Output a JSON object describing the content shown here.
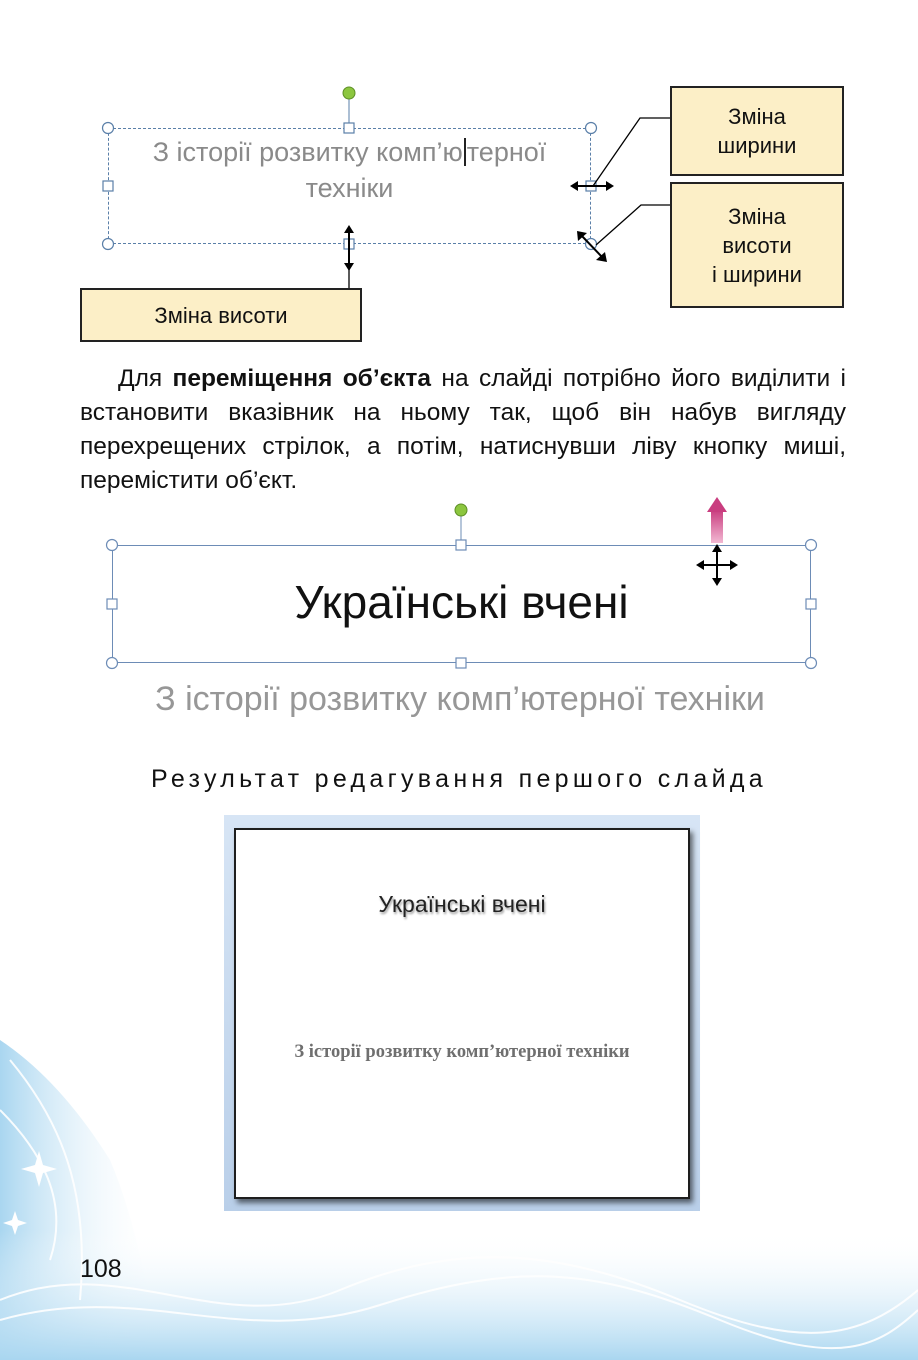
{
  "figure1": {
    "placeholder_text_line1_before": "З історії розвитку комп’ю",
    "placeholder_text_line1_after": "терної",
    "placeholder_text_line2": "техніки",
    "callout_width": [
      "Зміна",
      "ширини"
    ],
    "callout_height_width": [
      "Зміна",
      "висоти",
      "і ширини"
    ],
    "callout_height": "Зміна висоти"
  },
  "paragraph": {
    "lead": "Для ",
    "bold": "переміщення об’єкта",
    "rest": " на слайді потрібно його виділити і встановити вказівник на ньому так, щоб він набув вигляду перехрещених стрілок, а потім, натиснувши ліву кнопку миші, перемістити об’єкт."
  },
  "figure2": {
    "title": "Українські вчені",
    "subtitle": "З історії розвитку комп’ютерної техніки"
  },
  "caption": "Результат редагування першого слайда",
  "slide_preview": {
    "title": "Українські вчені",
    "subtitle": "З історії розвитку комп’ютерної техніки"
  },
  "page_number": "108",
  "colors": {
    "callout_fill": "#fcefc7",
    "rotate_handle": "#8cc63f",
    "move_arrow": "#d94f8f",
    "handle_border": "#5a7fa8"
  }
}
